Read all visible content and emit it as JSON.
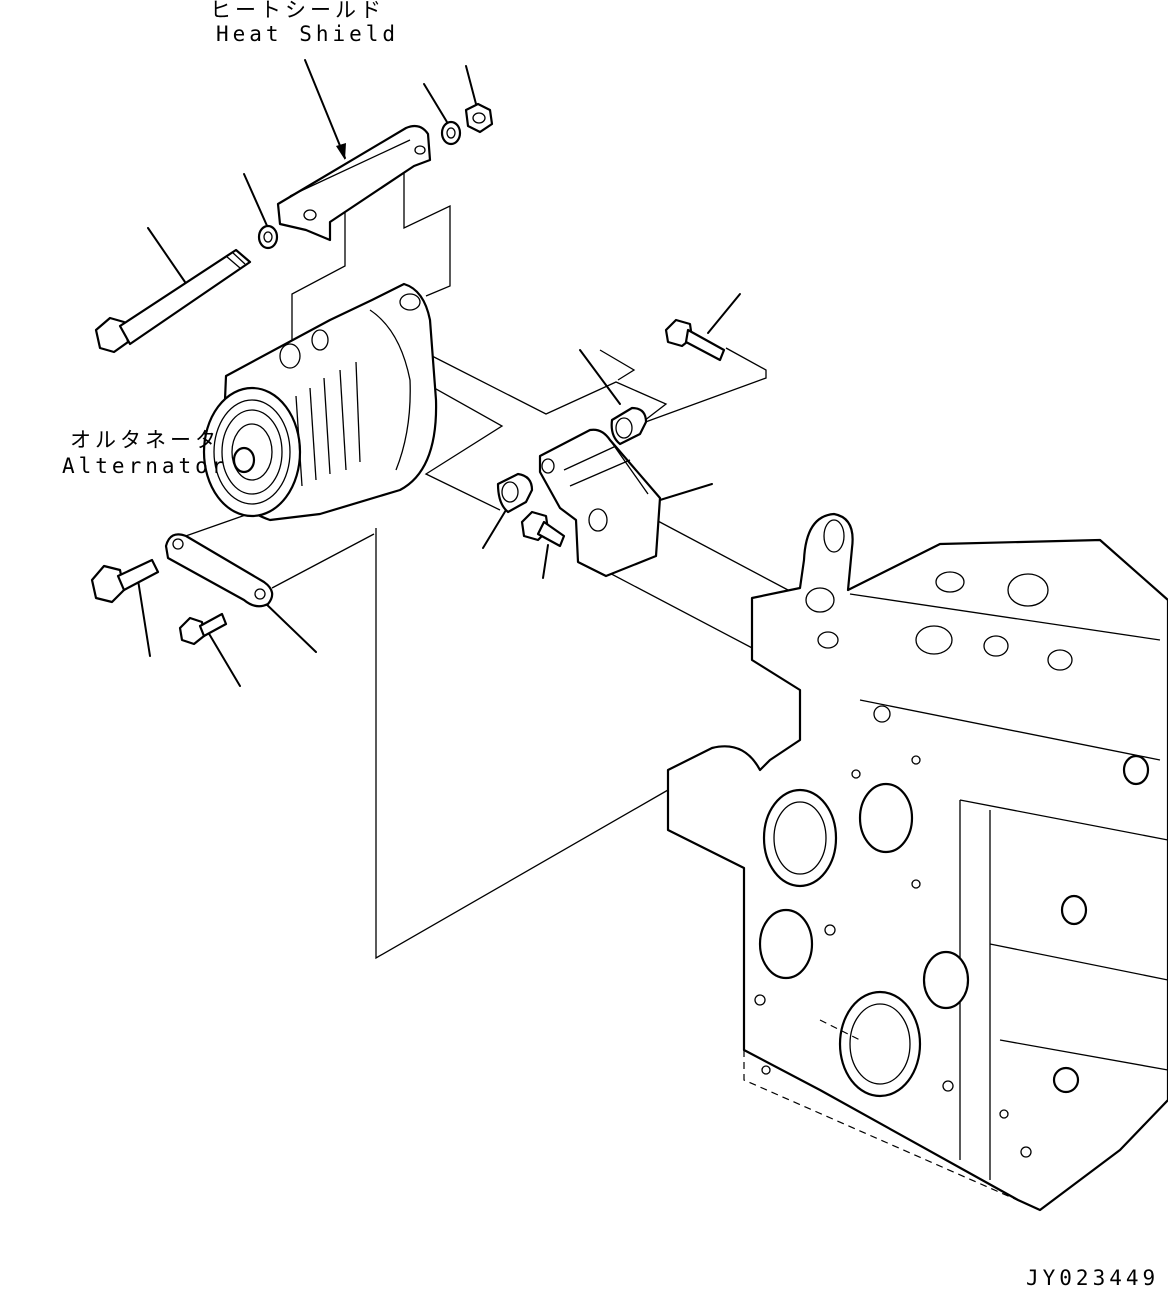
{
  "labels": {
    "heat_shield_jp": "ヒートシールド",
    "heat_shield_en": "Heat Shield",
    "alternator_jp": "オルタネータ",
    "alternator_en": "Alternator",
    "drawing_number": "JY023449"
  }
}
